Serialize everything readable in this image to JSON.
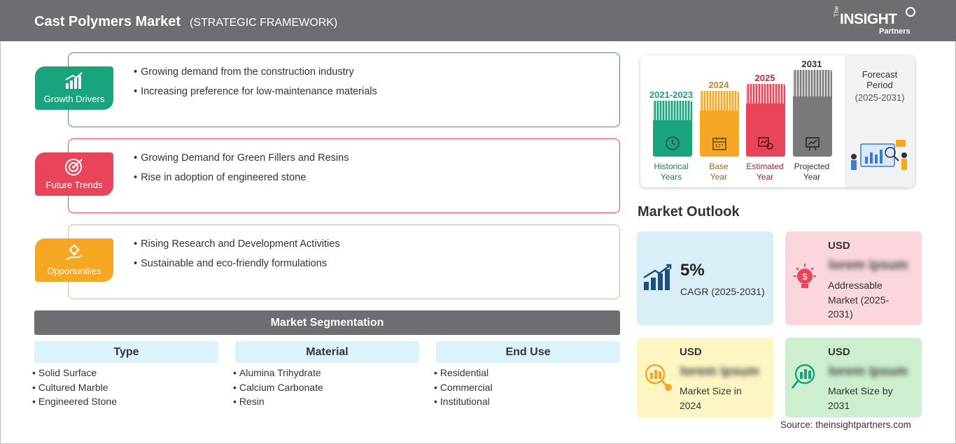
{
  "header": {
    "title": "Cast Polymers Market",
    "subtitle": "(STRATEGIC FRAMEWORK)",
    "logo": {
      "the": "The",
      "insight": "INSIGHT",
      "partners": "Partners"
    }
  },
  "framework": {
    "growth_drivers": {
      "label": "Growth Drivers",
      "color": "#1aa47d",
      "items": [
        "Growing demand from the construction industry",
        "Increasing preference for low-maintenance materials"
      ]
    },
    "future_trends": {
      "label": "Future Trends",
      "color": "#e8455a",
      "items": [
        "Growing Demand for Green Fillers and Resins",
        "Rise in adoption of engineered stone"
      ]
    },
    "opportunities": {
      "label": "Opportunities",
      "color": "#f5a623",
      "items": [
        "Rising Research and Development Activities",
        "Sustainable and eco-friendly formulations"
      ]
    }
  },
  "segmentation": {
    "title": "Market Segmentation",
    "columns": [
      {
        "heading": "Type",
        "items": [
          "Solid Surface",
          "Cultured Marble",
          "Engineered Stone"
        ]
      },
      {
        "heading": "Material",
        "items": [
          "Alumina Trihydrate",
          "Calcium Carbonate",
          "Resin"
        ]
      },
      {
        "heading": "End Use",
        "items": [
          "Residential",
          "Commercial",
          "Institutional"
        ]
      }
    ]
  },
  "timeline": {
    "periods": [
      {
        "year": "2021-2023",
        "label_line1": "Historical",
        "label_line2": "Years",
        "color": "#1aa47d",
        "icon": "history-icon"
      },
      {
        "year": "2024",
        "label_line1": "Base",
        "label_line2": "Year",
        "color": "#f5a623",
        "icon": "calendar-icon"
      },
      {
        "year": "2025",
        "label_line1": "Estimated",
        "label_line2": "Year",
        "color": "#e8455a",
        "icon": "estimate-icon"
      },
      {
        "year": "2031",
        "label_line1": "Projected",
        "label_line2": "Year",
        "color": "#7a7a7a",
        "icon": "projection-icon"
      }
    ],
    "forecast_line1": "Forecast",
    "forecast_line2": "Period",
    "forecast_range": "(2025-2031)"
  },
  "outlook": {
    "title": "Market Outlook",
    "cagr": {
      "value": "5%",
      "label": "CAGR (2025-2031)",
      "bg": "#daeef8"
    },
    "addressable": {
      "currency": "USD",
      "value": "lorem ipsum",
      "line1": "Addressable",
      "line2": "Market (2025-",
      "line3": "2031)",
      "bg": "#f9d7dc"
    },
    "size_2024": {
      "currency": "USD",
      "value": "lorem ipsum",
      "line1": "Market Size in",
      "line2": "2024",
      "bg": "#fdf6c3"
    },
    "size_2031": {
      "currency": "USD",
      "value": "lorem ipsum",
      "line1": "Market Size by",
      "line2": "2031",
      "bg": "#cdefcf"
    }
  },
  "source": "Source: theinsightpartners.com"
}
